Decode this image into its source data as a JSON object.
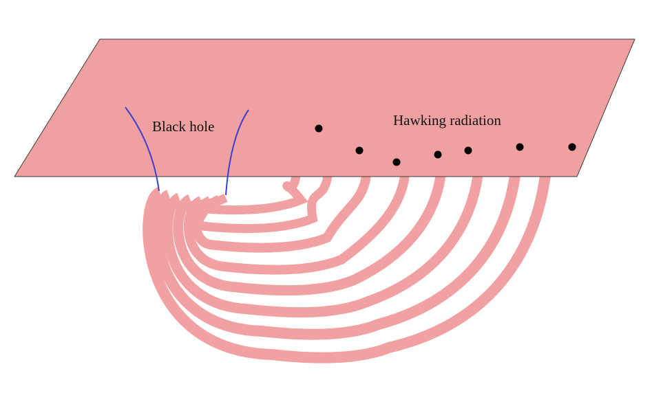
{
  "labels": {
    "black_hole": "Black hole",
    "hawking_radiation": "Hawking radiation"
  },
  "colors": {
    "sheet_fill": "#f0a0a1",
    "sheet_edge": "#3a3a3a",
    "wormhole_tube": "#f2a1a2",
    "horizon_line": "#3a3fd0",
    "particle": "#000000",
    "background": "#ffffff"
  },
  "radiation_particle_count": 7,
  "entanglement_tube_count": 8
}
